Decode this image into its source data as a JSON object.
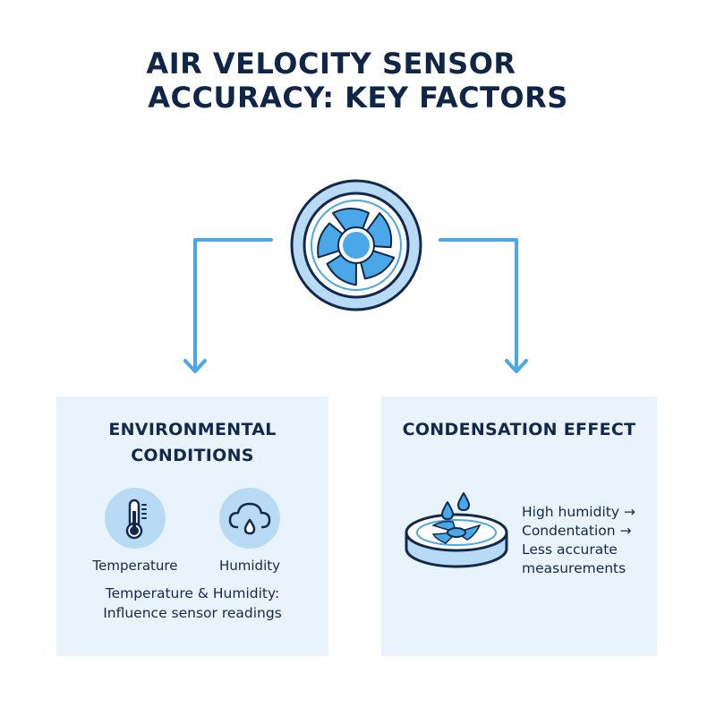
{
  "title": {
    "line1": "AIR VELOCITY SENSOR",
    "line2": "ACCURACY: KEY FACTORS"
  },
  "left_panel": {
    "heading_line1": "ENVIRONMENTAL",
    "heading_line2": "CONDITIONS",
    "temperature_label": "Temperature",
    "humidity_label": "Humidity",
    "caption_line1": "Temperature & Humidity:",
    "caption_line2": "Influence sensor readings"
  },
  "right_panel": {
    "heading": "CONDENSATION EFFECT",
    "effect_line1": "High humidity →",
    "effect_line2": "Condentation →",
    "effect_line3": "Less accurate",
    "effect_line4": "measurements"
  },
  "colors": {
    "navy": "#13294b",
    "accent_blue": "#4aa8e8",
    "light_blue": "#b9daf5",
    "panel_bg": "#e9f3fc"
  },
  "icons": [
    "fan-sensor-icon",
    "thermometer-icon",
    "cloud-droplet-icon",
    "wet-sensor-icon"
  ]
}
